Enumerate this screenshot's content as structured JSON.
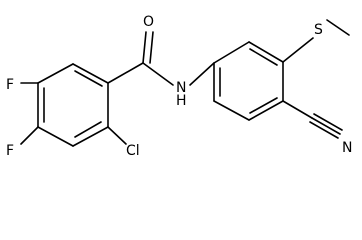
{
  "diagram": {
    "atom_labels": {
      "oxygen": "O",
      "nitrogen_h": "N",
      "hydrogen": "H",
      "sulfur": "S",
      "nitrile_n": "N",
      "chlorine": "Cl",
      "fluorine_top": "F",
      "fluorine_bottom": "F"
    }
  }
}
